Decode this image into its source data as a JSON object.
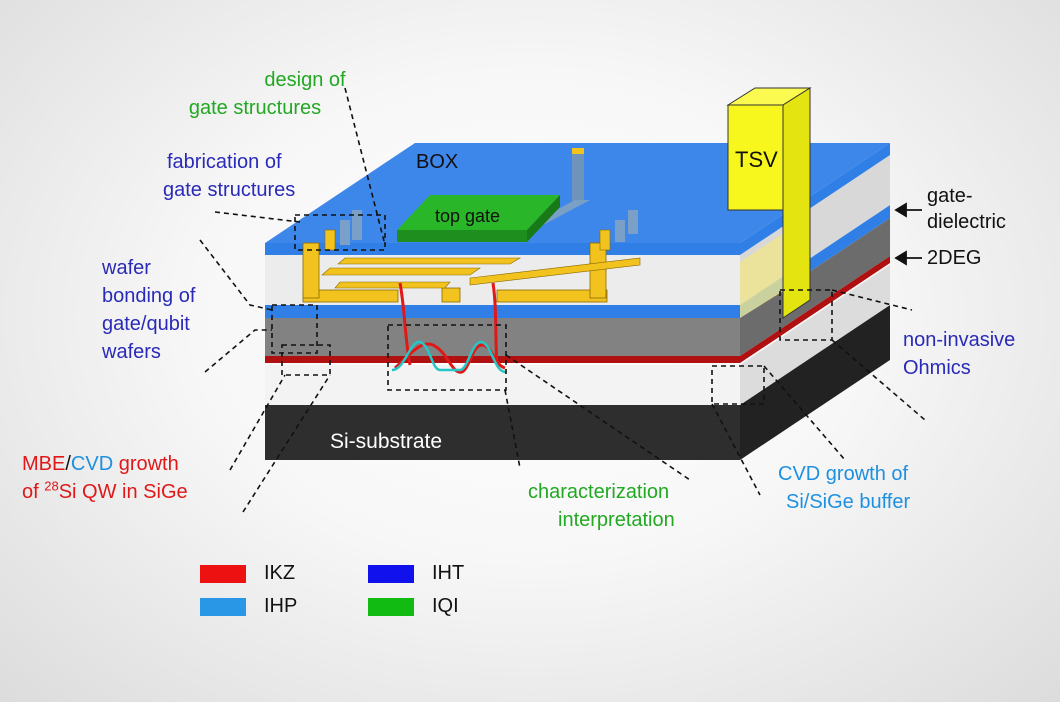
{
  "labels": {
    "design_of": "design of",
    "gate_structures": "gate structures",
    "fabrication_of": "fabrication of",
    "gate_structures2": "gate structures",
    "box": "BOX",
    "top_gate": "top gate",
    "tsv": "TSV",
    "gate_dielectric_1": "gate-",
    "gate_dielectric_2": "dielectric",
    "twodeg": "2DEG",
    "wafer": "wafer",
    "bonding_of": "bonding of",
    "gate_qubit": "gate/qubit",
    "wafers": "wafers",
    "non_invasive": "non-invasive",
    "ohmics": "Ohmics",
    "si_substrate": "Si-substrate",
    "mbe": "MBE",
    "slash": "/",
    "cvd": "CVD",
    "growth": " growth",
    "of": "of ",
    "sup28": "28",
    "si_qw": "Si QW in SiGe",
    "characterization": "characterization",
    "interpretation": "interpretation",
    "cvd_growth_of": "CVD growth of",
    "si_sige_buffer": "Si/SiGe buffer"
  },
  "legend": [
    {
      "label": "IKZ",
      "color": "#ee1111"
    },
    {
      "label": "IHT",
      "color": "#1111ee"
    },
    {
      "label": "IHP",
      "color": "#2a96e6"
    },
    {
      "label": "IQI",
      "color": "#11bb11"
    }
  ],
  "colors": {
    "ikz_red": "#e01818",
    "ihp_cyan": "#1e90e0",
    "iht_blue": "#2a2ab8",
    "iqi_green": "#22a822",
    "box_blue": "#2f7fe6",
    "gate_yellow": "#f2cc22",
    "tsv_yellow": "#f7f71e"
  }
}
